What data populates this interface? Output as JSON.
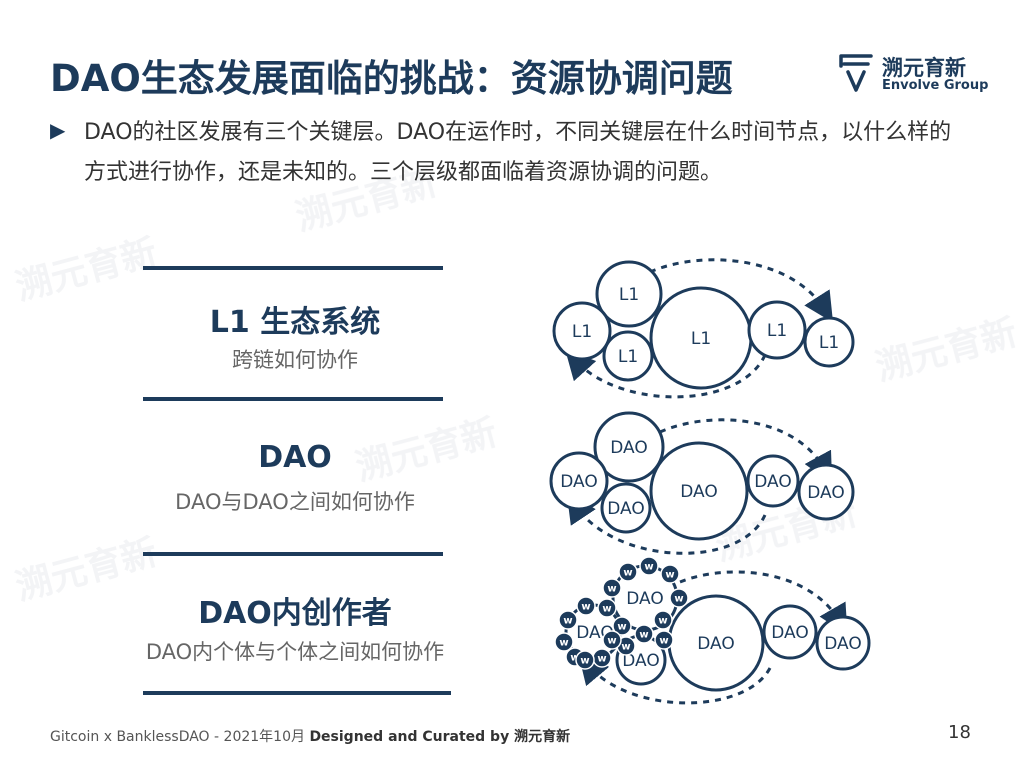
{
  "title": "DAO生态发展面临的挑战：资源协调问题",
  "logo": {
    "cn": "溯元育新",
    "en": "Envolve Group"
  },
  "bullet": {
    "text": "DAO的社区发展有三个关键层。DAO在运作时，不同关键层在什么时间节点，以什么样的方式进行协作，还是未知的。三个层级都面临着资源协调的问题。"
  },
  "layers": [
    {
      "title": "L1 生态系统",
      "subtitle": "跨链如何协作"
    },
    {
      "title": "DAO",
      "subtitle": "DAO与DAO之间如何协作"
    },
    {
      "title": "DAO内创作者",
      "subtitle": "DAO内个体与个体之间如何协作"
    }
  ],
  "diagrams": {
    "l1_labels": [
      "L1",
      "L1",
      "L1",
      "L1",
      "L1",
      "L1"
    ],
    "dao_labels": [
      "DAO",
      "DAO",
      "DAO",
      "DAO",
      "DAO",
      "DAO"
    ],
    "creator_labels": [
      "DAO",
      "DAO",
      "DAO",
      "DAO",
      "DAO",
      "DAO"
    ],
    "member_label": "w"
  },
  "footer": {
    "prefix": "Gitcoin x BanklessDAO - 2021年10月 ",
    "bold": "Designed and Curated by 溯元育新"
  },
  "page_number": "18",
  "colors": {
    "navy": "#1d3b5b",
    "watermark": "#e6e8ec"
  }
}
